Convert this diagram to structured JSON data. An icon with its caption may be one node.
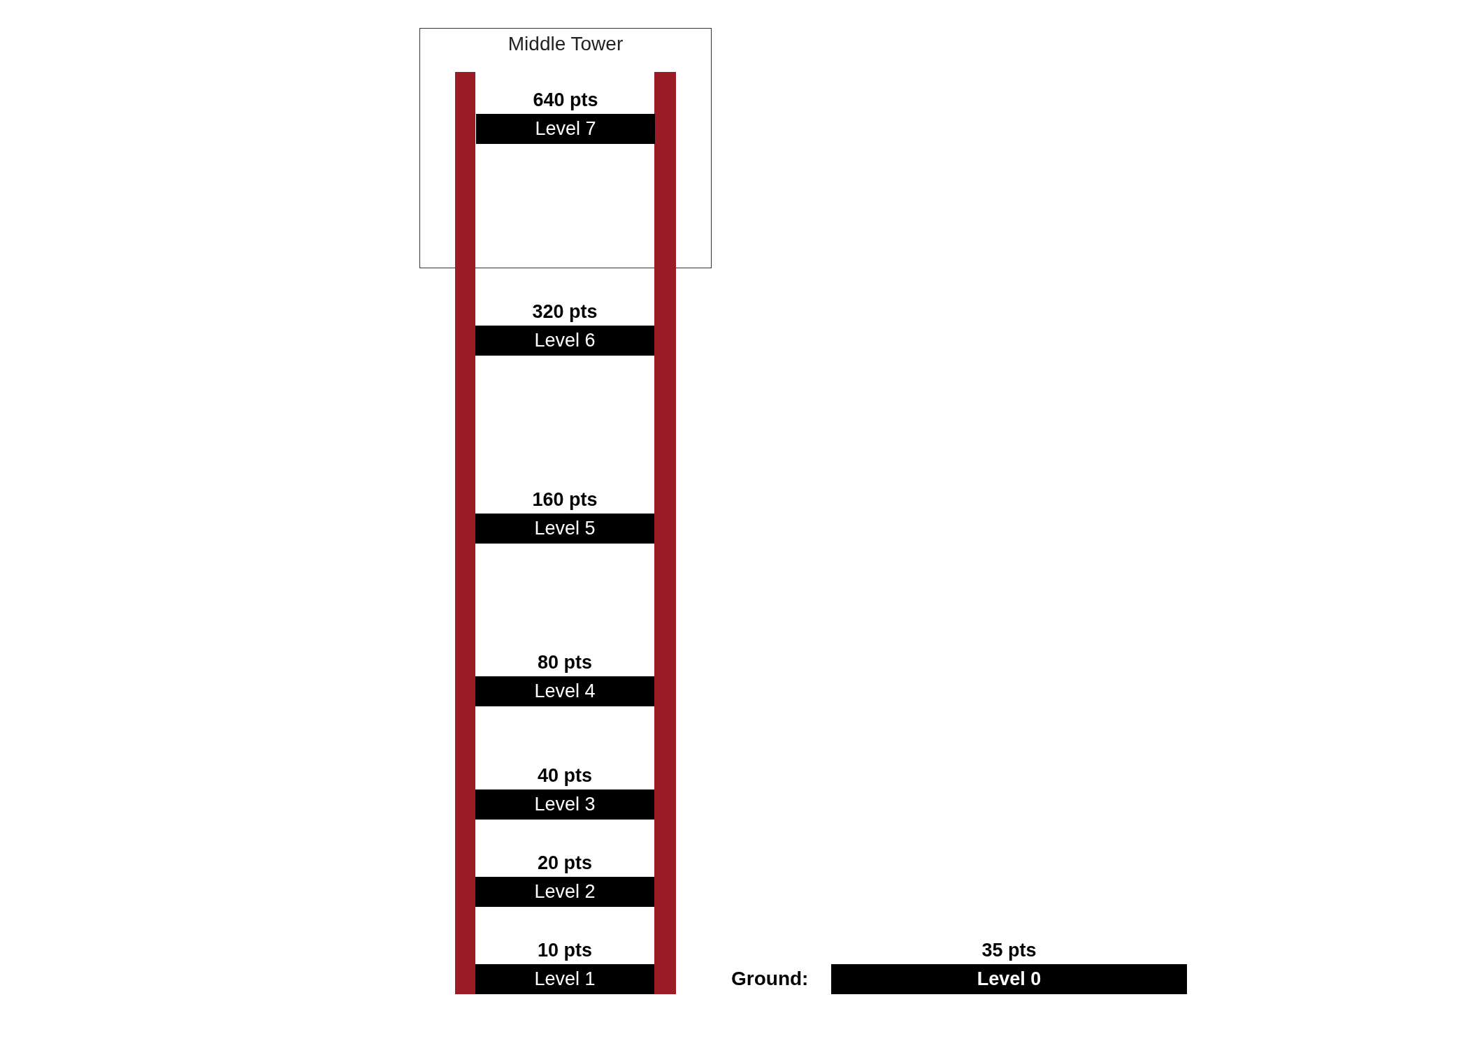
{
  "diagram": {
    "nodes": [
      {
        "text": [
          "Middle Tower"
        ]
      },
      {
        "text": [
          "Level 7"
        ],
        "beside": [
          "640 pts"
        ],
        "in": 0
      },
      {
        "text": [
          "Level 6"
        ],
        "beside": [
          "320 pts"
        ]
      },
      {
        "text": [
          "Level 5"
        ],
        "beside": [
          "160 pts"
        ]
      },
      {
        "text": [
          "Level 4"
        ],
        "beside": [
          "80 pts"
        ]
      },
      {
        "text": [
          "Level 3"
        ],
        "beside": [
          "40 pts"
        ]
      },
      {
        "text": [
          "Level 2"
        ],
        "beside": [
          "20 pts"
        ]
      },
      {
        "text": [
          "Level 1"
        ],
        "beside": [
          "10 pts"
        ]
      },
      {
        "text": [
          "Level 0"
        ],
        "beside": [
          "35 pts"
        ]
      }
    ],
    "labels": [
      "Ground:"
    ]
  }
}
